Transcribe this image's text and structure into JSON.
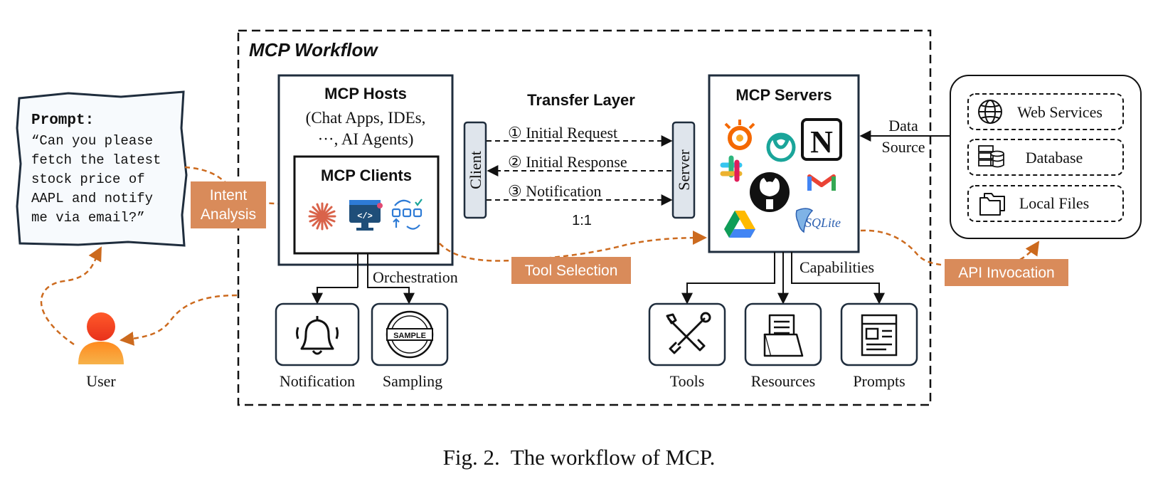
{
  "workflow_title": "MCP Workflow",
  "prompt": {
    "label": "Prompt:",
    "lines": [
      "“Can you please",
      "fetch the latest",
      "stock price of",
      "AAPL and notify",
      "me via email?”"
    ]
  },
  "user_label": "User",
  "intent_analysis": [
    "Intent",
    "Analysis"
  ],
  "hosts": {
    "title": "MCP Hosts",
    "subtitle_lines": [
      "(Chat Apps, IDEs,",
      "···, AI Agents)"
    ],
    "clients_title": "MCP Clients"
  },
  "transfer": {
    "title": "Transfer Layer",
    "client_label": "Client",
    "server_label": "Server",
    "steps": [
      "① Initial Request",
      "② Initial Response",
      "③ Notification"
    ],
    "ratio": "1:1"
  },
  "servers": {
    "title": "MCP Servers",
    "sqlite_label": "SQLite"
  },
  "data_source": [
    "Data",
    "Source"
  ],
  "sources": [
    "Web Services",
    "Database",
    "Local Files"
  ],
  "tool_selection": "Tool Selection",
  "api_invocation": "API Invocation",
  "orchestration": "Orchestration",
  "capabilities": "Capabilities",
  "client_features": [
    "Notification",
    "Sampling"
  ],
  "sample_stamp": "SAMPLE",
  "server_features": [
    "Tools",
    "Resources",
    "Prompts"
  ],
  "caption": "Fig. 2.  The workflow of MCP.",
  "colors": {
    "dark_navy": "#1f2d3d",
    "orange_label": "#d98b5a",
    "orange_arrow": "#cc6a1e",
    "notion_black": "#111111",
    "gmail_red": "#ea4335",
    "slack_purple": "#4a154b",
    "openai_teal": "#1aa59a",
    "sqlite_blue": "#2b5fb0"
  }
}
